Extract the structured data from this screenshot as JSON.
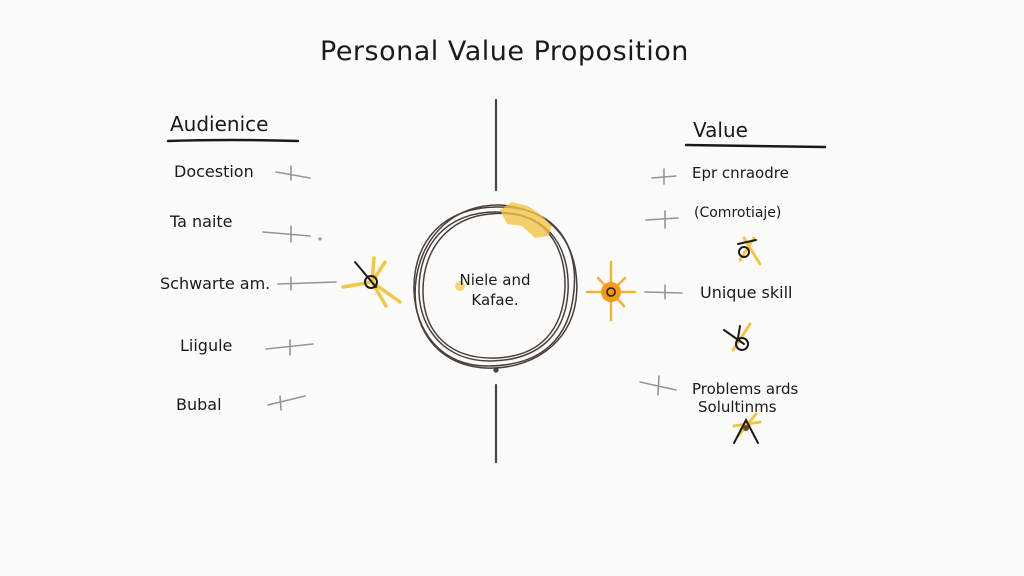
{
  "title": "Personal Value Proposition",
  "audience": {
    "heading": "Audienice",
    "items": [
      {
        "label": "Docestion"
      },
      {
        "label": "Ta naite"
      },
      {
        "label": "Schwarte am."
      },
      {
        "label": "Liigule"
      },
      {
        "label": "Bubal"
      }
    ]
  },
  "center": {
    "line1": "Niele and",
    "line2": "Kafae."
  },
  "value": {
    "heading": "Value",
    "items": [
      {
        "label": "Epr cnraodre"
      },
      {
        "label": "(Comrotiaje)"
      },
      {
        "label": "Unique skill"
      },
      {
        "label": "Problems ards"
      },
      {
        "label": "Solultinms"
      }
    ]
  },
  "colors": {
    "ink": "#1b1a18",
    "pencil": "#9a9490",
    "circle": "#4a3f3a",
    "accent_yellow": "#f2c64a",
    "accent_orange": "#f29a1c",
    "background": "#fbfbfa"
  }
}
